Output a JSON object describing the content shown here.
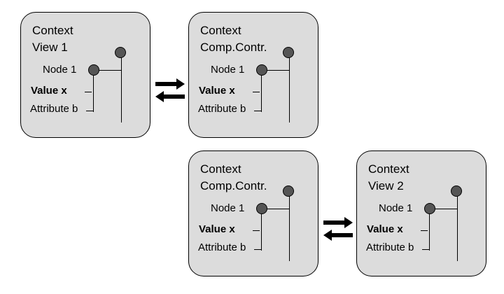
{
  "contexts": [
    {
      "title_line1": "Context",
      "title_line2": "View 1",
      "node": "Node 1",
      "value": "Value x",
      "attribute": "Attribute b"
    },
    {
      "title_line1": "Context",
      "title_line2": "Comp.Contr.",
      "node": "Node 1",
      "value": "Value x",
      "attribute": "Attribute b"
    },
    {
      "title_line1": "Context",
      "title_line2": "Comp.Contr.",
      "node": "Node 1",
      "value": "Value x",
      "attribute": "Attribute b"
    },
    {
      "title_line1": "Context",
      "title_line2": "View 2",
      "node": "Node 1",
      "value": "Value x",
      "attribute": "Attribute b"
    }
  ],
  "colors": {
    "box_fill": "#dcdcdc",
    "node_fill": "#555555",
    "border": "#000000"
  }
}
